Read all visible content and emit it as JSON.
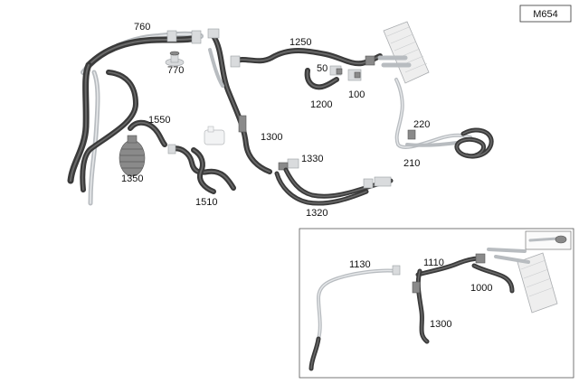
{
  "diagram_code": "M654",
  "labels": {
    "p760": "760",
    "p770": "770",
    "p1250": "1250",
    "p50": "50",
    "p100": "100",
    "p1200": "1200",
    "p1550": "1550",
    "p1350": "1350",
    "p1300_main": "1300",
    "p1330": "1330",
    "p1510": "1510",
    "p1320": "1320",
    "p220": "220",
    "p210": "210",
    "p1130": "1130",
    "p1110": "1110",
    "p1000": "1000",
    "p1300_inset": "1300"
  }
}
